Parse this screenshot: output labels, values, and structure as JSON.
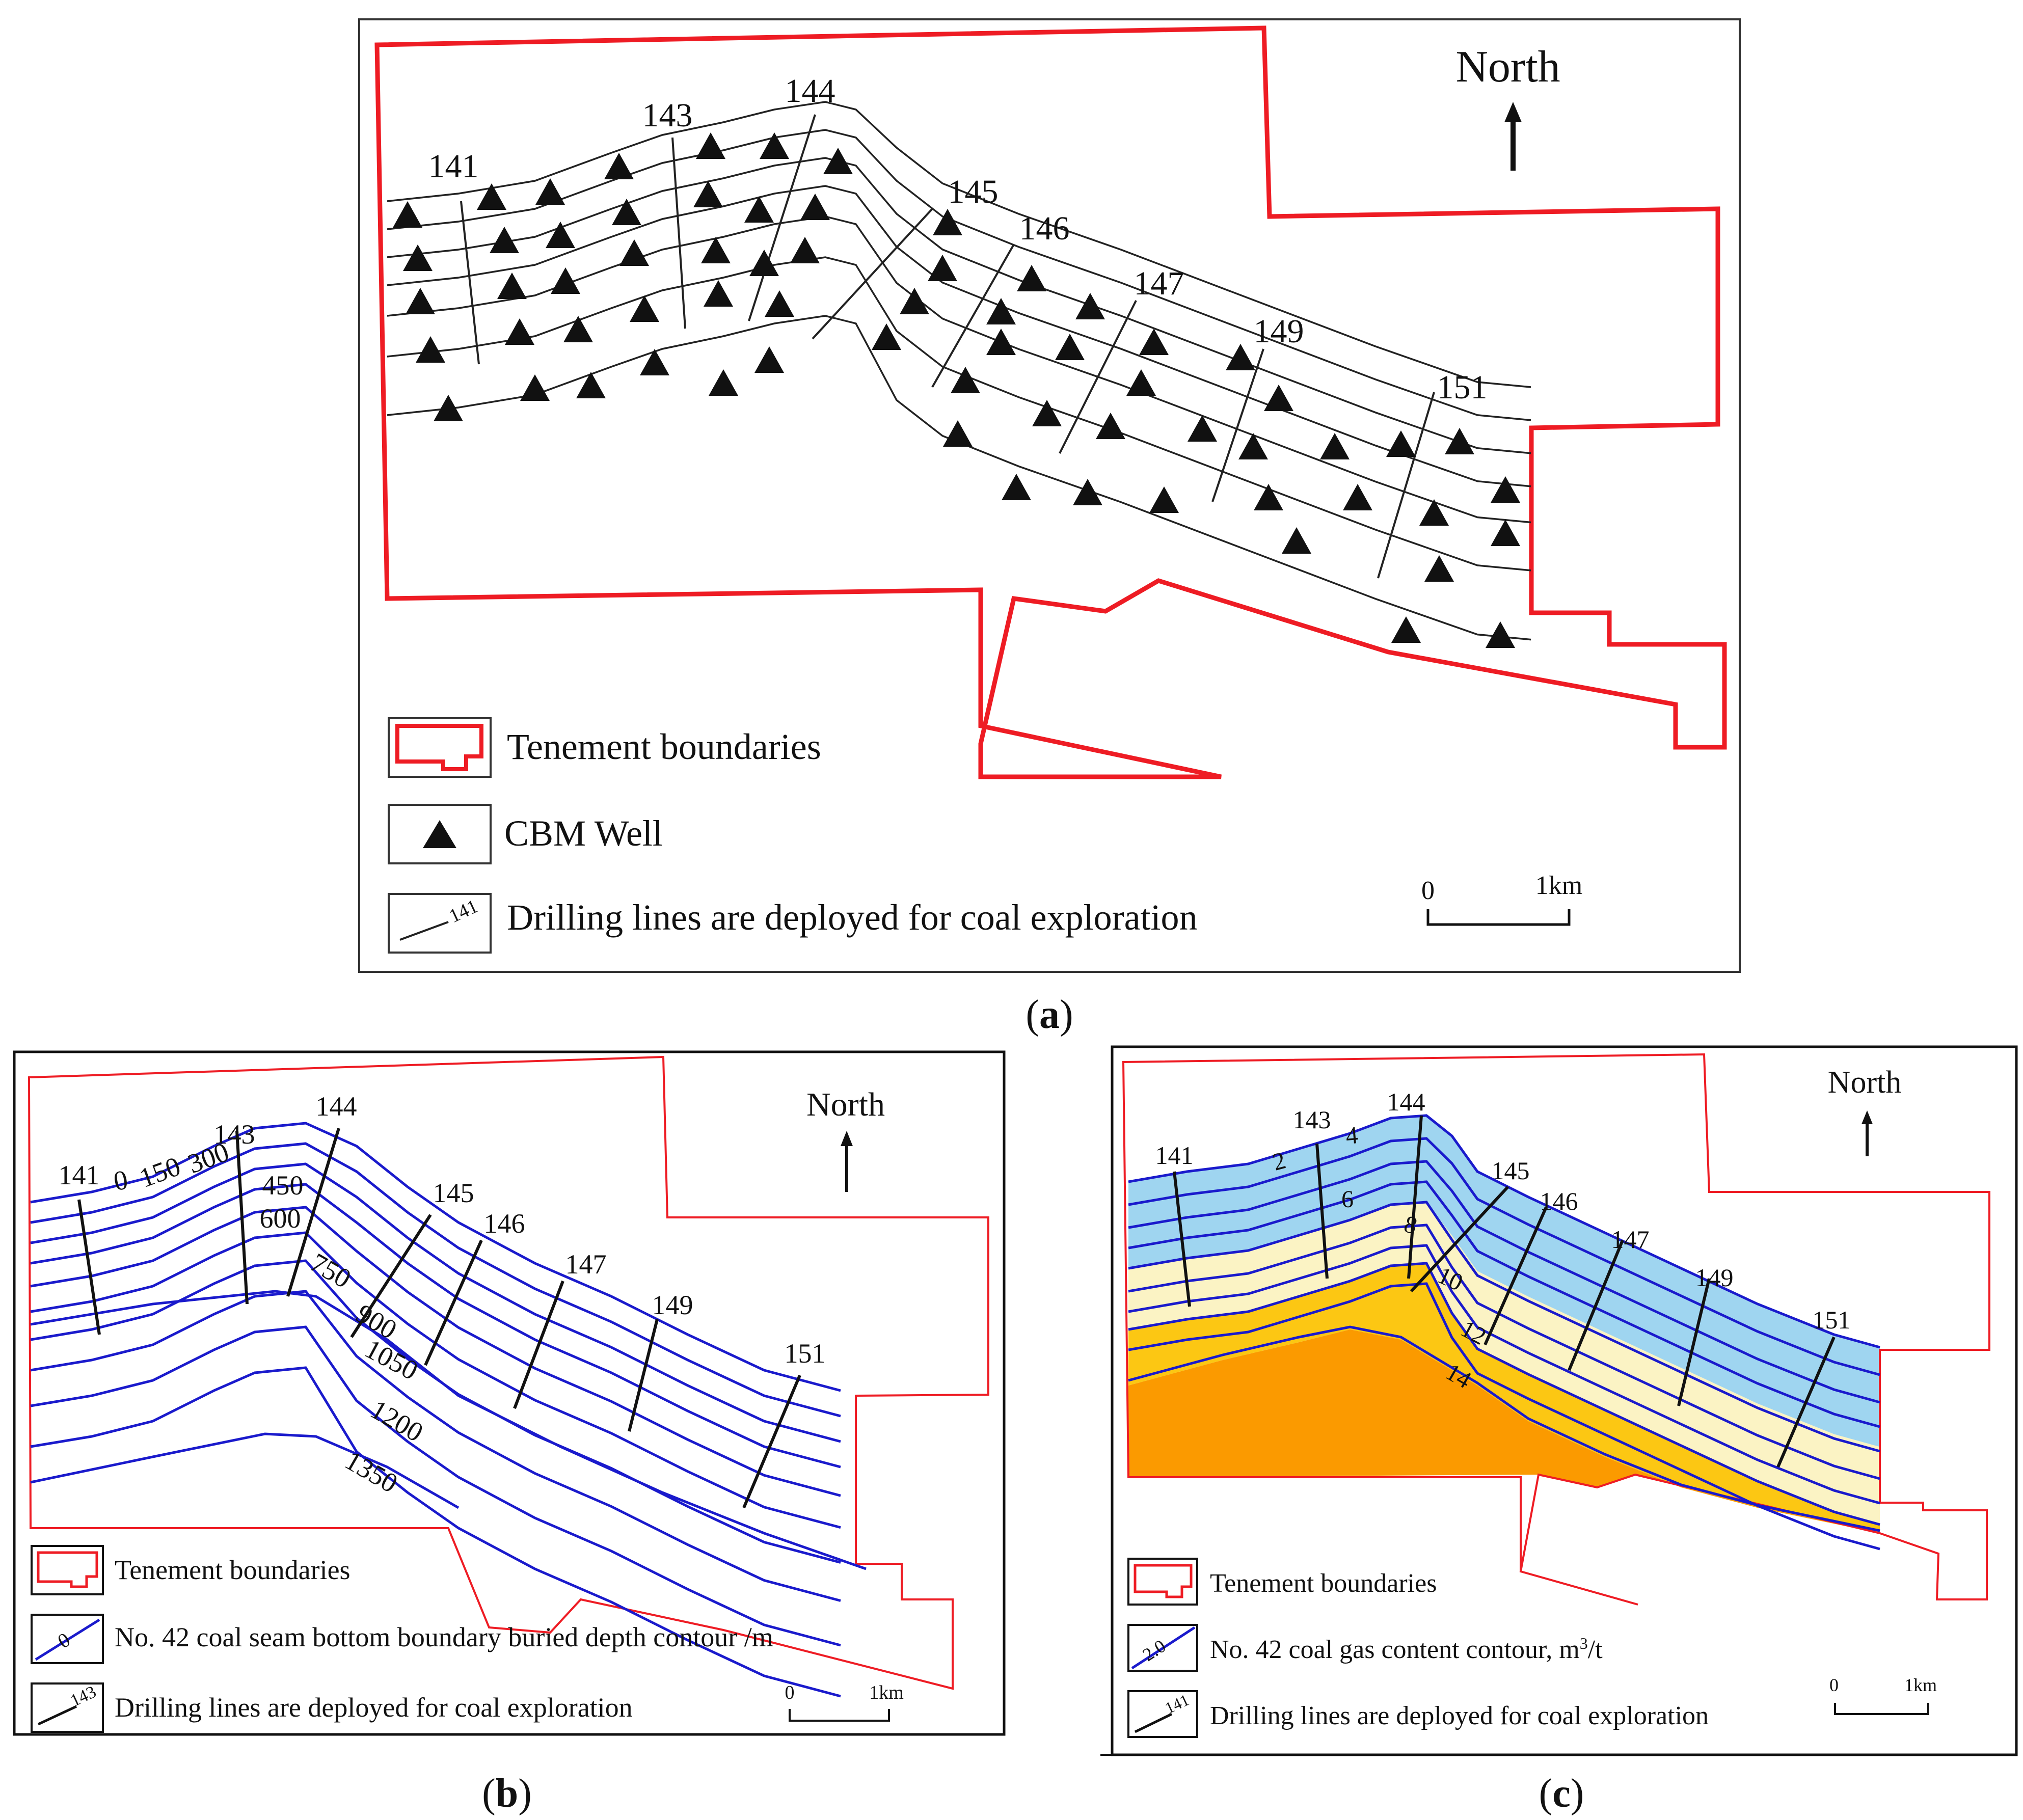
{
  "panel_a": {
    "caption_letter": "a",
    "north_label": "North",
    "line_labels": [
      "141",
      "143",
      "144",
      "145",
      "146",
      "147",
      "149",
      "151"
    ],
    "legend": {
      "boundary": "Tenement boundaries",
      "well": "CBM Well",
      "drill": "Drilling lines are deployed for coal exploration",
      "drill_symbol_label": "141"
    },
    "scale": {
      "start": "0",
      "end": "1km"
    }
  },
  "panel_b": {
    "caption_letter": "b",
    "north_label": "North",
    "line_labels": [
      "141",
      "143",
      "144",
      "145",
      "146",
      "147",
      "149",
      "151"
    ],
    "contour_labels": [
      "0",
      "150",
      "300",
      "450",
      "600",
      "750",
      "900",
      "1050",
      "1200",
      "1350"
    ],
    "legend": {
      "boundary": "Tenement boundaries",
      "contour": "No. 42 coal seam bottom boundary buried depth contour /m",
      "contour_symbol_label": "0",
      "drill": "Drilling lines are deployed for coal exploration",
      "drill_symbol_label": "143"
    },
    "scale": {
      "start": "0",
      "end": "1km"
    }
  },
  "panel_c": {
    "caption_letter": "c",
    "north_label": "North",
    "line_labels": [
      "141",
      "143",
      "144",
      "145",
      "146",
      "147",
      "149",
      "151"
    ],
    "contour_labels": [
      "2",
      "4",
      "6",
      "8",
      "10",
      "12",
      "14"
    ],
    "legend": {
      "boundary": "Tenement boundaries",
      "contour": "No. 42 coal gas content contour, m",
      "contour_sup": "3",
      "contour_tail": "/t",
      "contour_symbol_label": "2.0",
      "drill": "Drilling lines are deployed for coal exploration",
      "drill_symbol_label": "141"
    },
    "scale": {
      "start": "0",
      "end": "1km"
    },
    "zone_colors": {
      "blue": "#9fd5f0",
      "cream": "#fbf3c4",
      "yellow": "#fcc713",
      "orange": "#fb9a00"
    }
  },
  "colors": {
    "boundary": "#ee1c24",
    "contour": "#1a1acc",
    "well": "#111111"
  }
}
